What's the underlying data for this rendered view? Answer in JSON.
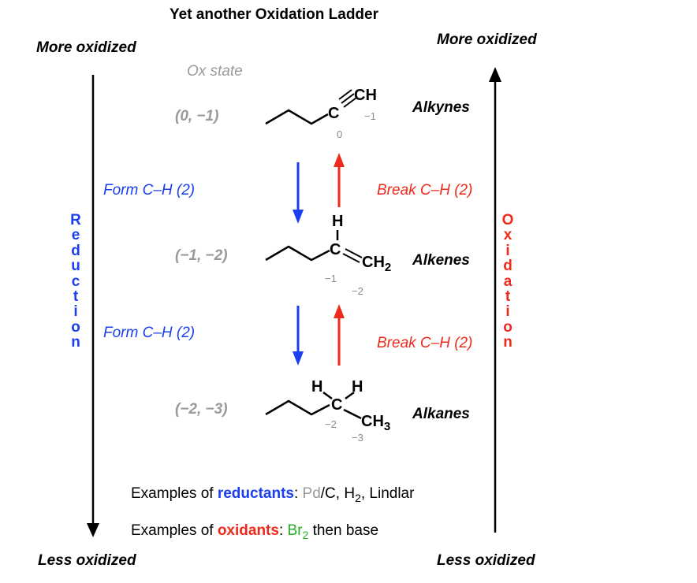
{
  "title": "Yet another Oxidation Ladder",
  "left_axis": {
    "top_label": "More oxidized",
    "bottom_label": "Less oxidized",
    "word": "Reduction",
    "color": "#1a3ef0"
  },
  "right_axis": {
    "top_label": "More oxidized",
    "bottom_label": "Less oxidized",
    "word": "Oxidation",
    "color": "#ee2a1a"
  },
  "ox_state_header": "Ox state",
  "rows": [
    {
      "ox_states": "(0, −1)",
      "family": "Alkynes",
      "atoms": {
        "terminal": "CH",
        "central": "C"
      },
      "carbon_states": [
        "0",
        "−1"
      ]
    },
    {
      "ox_states": "(−1, −2)",
      "family": "Alkenes",
      "atoms": {
        "top": "H",
        "central": "C",
        "terminal": "CH",
        "terminal_sub": "2"
      },
      "carbon_states": [
        "−1",
        "−2"
      ]
    },
    {
      "ox_states": "(−2, −3)",
      "family": "Alkanes",
      "atoms": {
        "h_left": "H",
        "h_right": "H",
        "central": "C",
        "terminal": "CH",
        "terminal_sub": "3"
      },
      "carbon_states": [
        "−2",
        "−3"
      ]
    }
  ],
  "transitions": [
    {
      "reduce_label": "Form C–H (2)",
      "oxidize_label": "Break C–H (2)"
    },
    {
      "reduce_label": "Form C–H (2)",
      "oxidize_label": "Break C–H (2)"
    }
  ],
  "examples": {
    "reductants": {
      "prefix": "Examples of ",
      "keyword": "reductants",
      "colon": ": ",
      "pd": "Pd",
      "after_pd": "/C, H",
      "sub": "2",
      "rest": ", Lindlar"
    },
    "oxidants": {
      "prefix": "Examples of ",
      "keyword": "oxidants",
      "colon": ": ",
      "reagent": "Br",
      "sub": "2",
      "rest": " then base"
    }
  },
  "colors": {
    "blue": "#1a3ef0",
    "red": "#ee2a1a",
    "grey": "#9a9a9a",
    "green": "#22b022"
  }
}
